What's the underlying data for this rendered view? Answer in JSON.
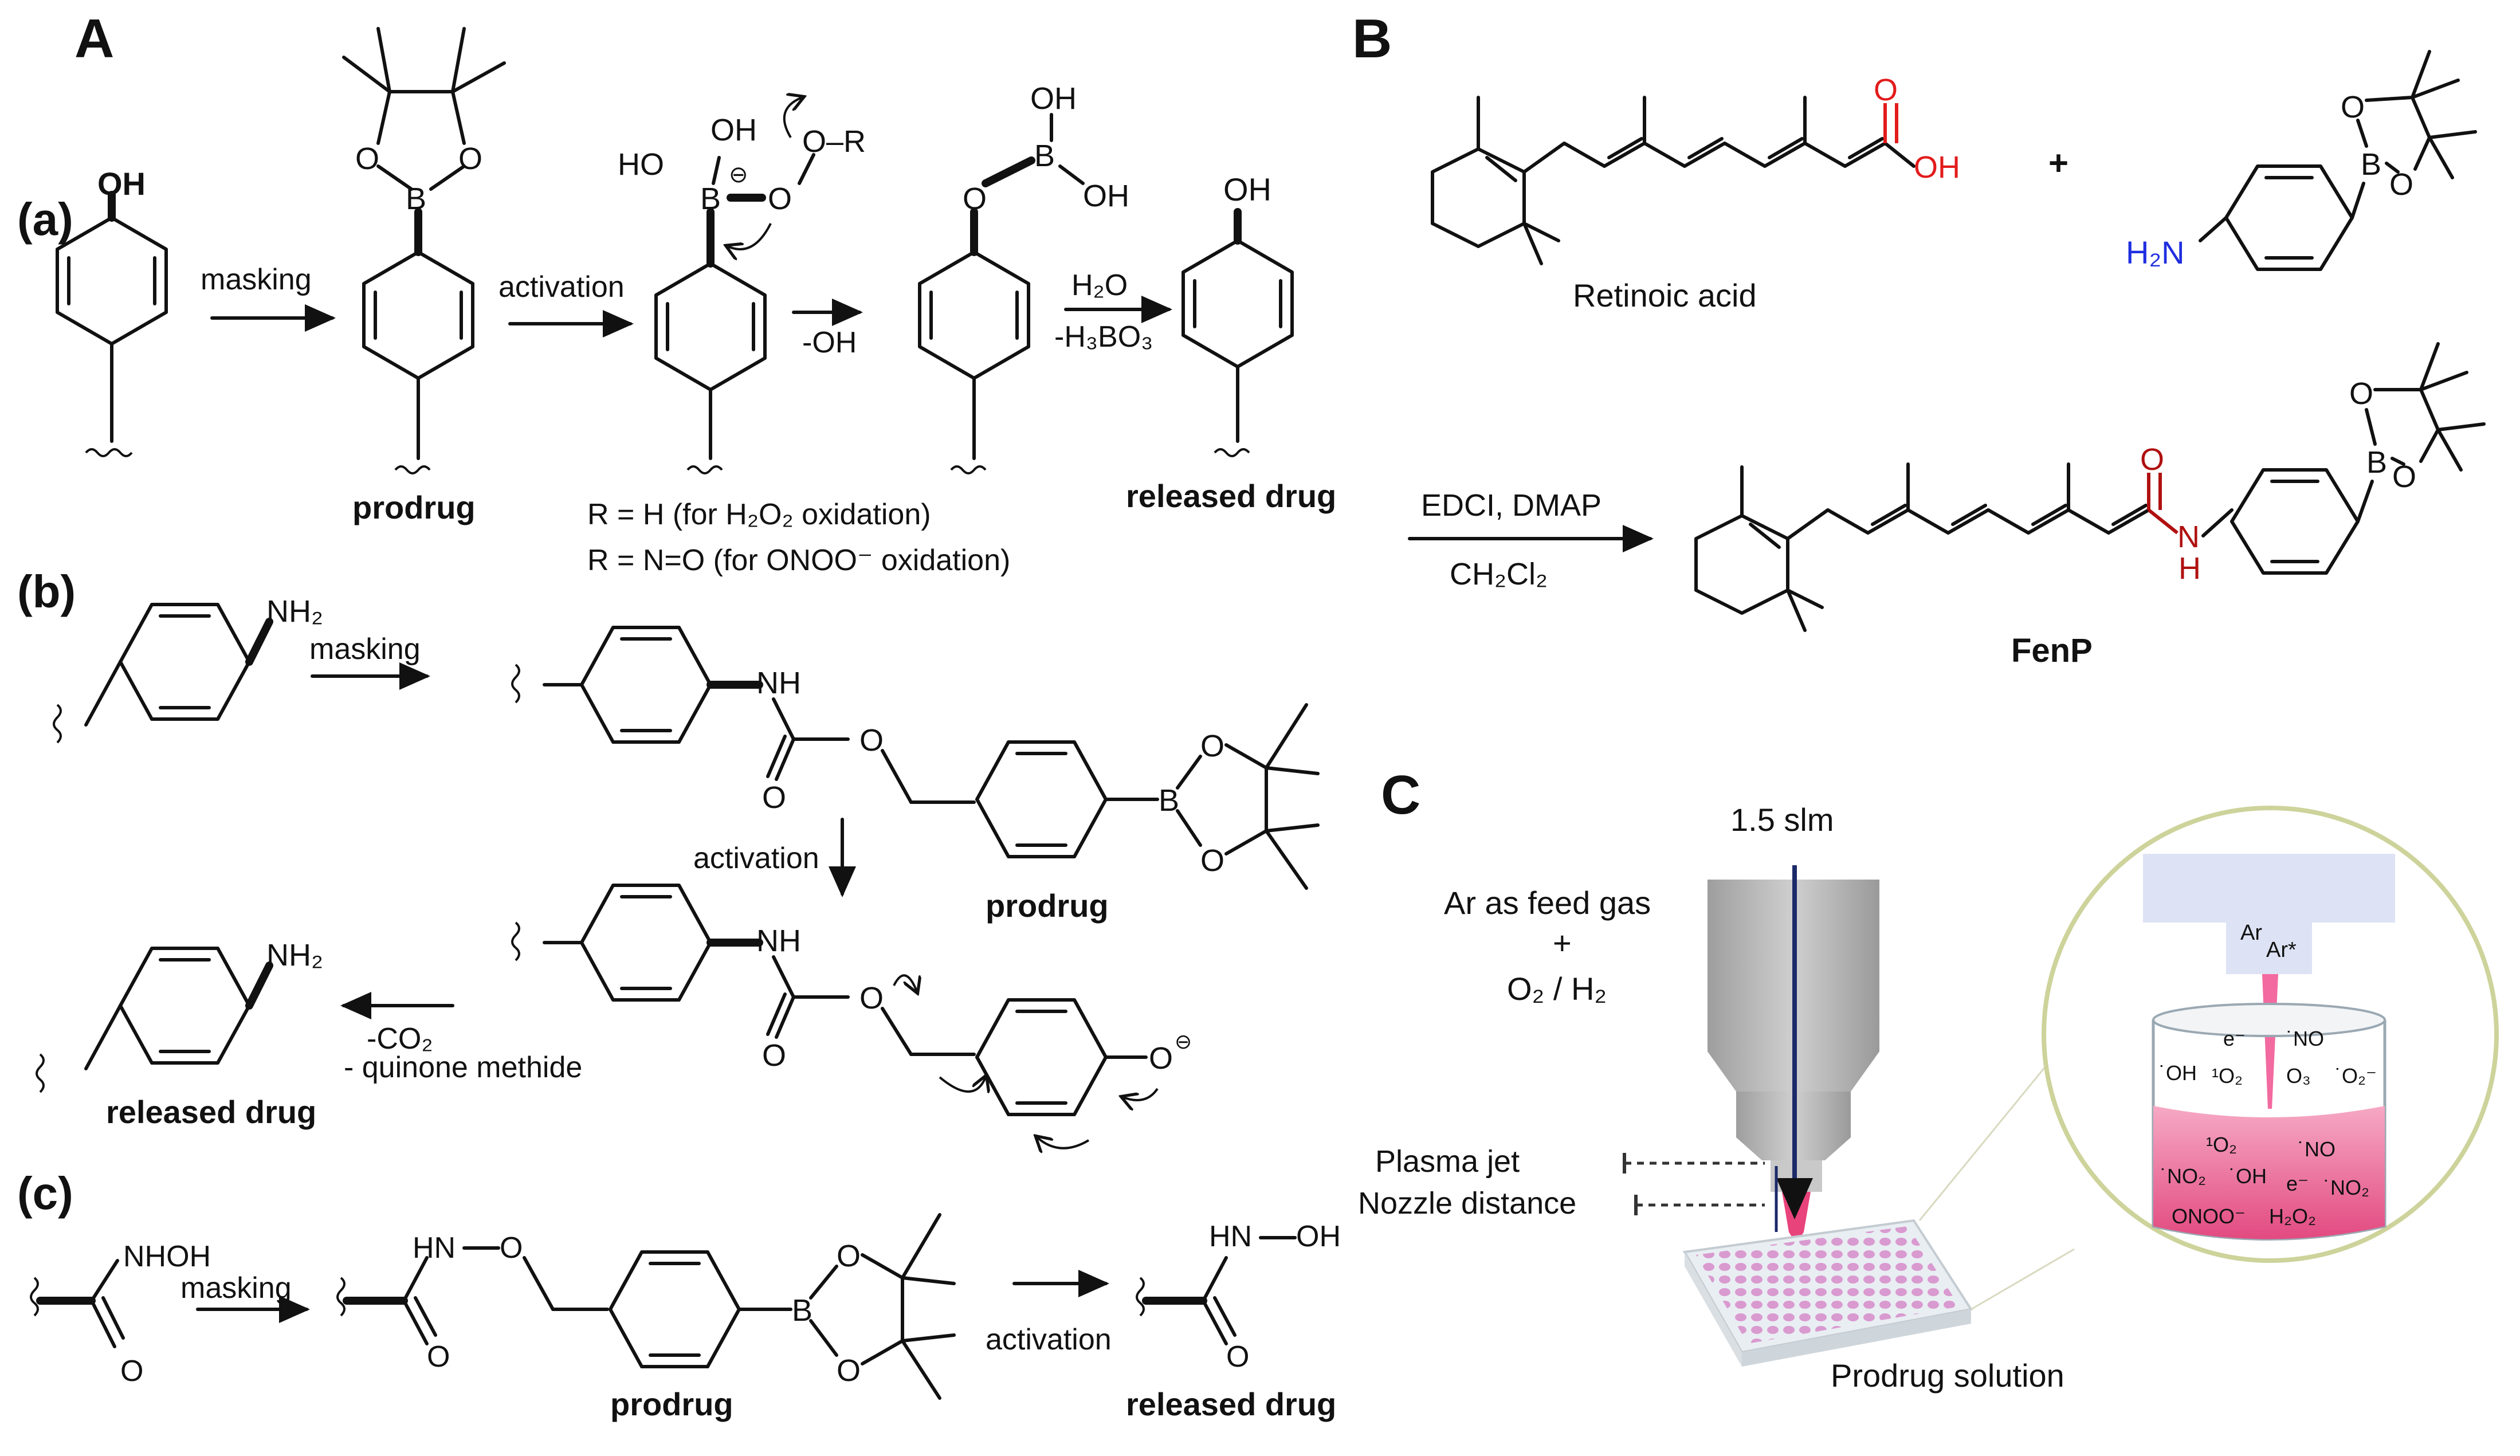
{
  "panels": {
    "A": "A",
    "B": "B",
    "C": "C"
  },
  "sub": {
    "a": "(a)",
    "b": "(b)",
    "c": "(c)"
  },
  "labels": {
    "masking": "masking",
    "activation": "activation",
    "prodrug": "prodrug",
    "released": "released drug",
    "minus_oh": "-OH",
    "h2o": "H₂O",
    "h3bo3": "-H₃BO₃",
    "r_h": "R = H (for H₂O₂ oxidation)",
    "r_no": "R = N=O (for ONOO⁻ oxidation)",
    "co2": "-CO₂",
    "quinone": "- quinone methide"
  },
  "atoms": {
    "oh": "OH",
    "o": "O",
    "b": "B",
    "ho": "HO",
    "or": "O–R",
    "nh2": "NH₂",
    "nh": "NH",
    "h2n": "H₂N",
    "n": "N",
    "h": "H",
    "nhoh": "NHOH",
    "hn": "HN",
    "o_minus": "O⁻",
    "minus": "⊖"
  },
  "panel_b": {
    "retinoic": "Retinoic acid",
    "plus": "+",
    "reagent1": "EDCI, DMAP",
    "solvent": "CH₂Cl₂",
    "product": "FenP"
  },
  "panel_c": {
    "flow": "1.5 slm",
    "feed": "Ar as feed gas",
    "plus": "+",
    "gas2": "O₂ / H₂",
    "jet": "Plasma jet",
    "nozzle": "Nozzle distance",
    "solution": "Prodrug solution",
    "ar": "Ar",
    "ar_star": "Ar*",
    "species": [
      "e⁻",
      "˙NO",
      "˙OH",
      "¹O₂",
      "O₃",
      "˙O₂⁻",
      "¹O₂",
      "˙NO",
      "˙NO₂",
      "˙OH",
      "e⁻",
      "˙NO₂",
      "ONOO⁻",
      "H₂O₂"
    ]
  },
  "colors": {
    "acid_red": "#e31b1b",
    "amine_blue": "#1f2ee0",
    "amide_red": "#b01010",
    "pink": "#e8437a",
    "circle": "#cdd39a"
  }
}
